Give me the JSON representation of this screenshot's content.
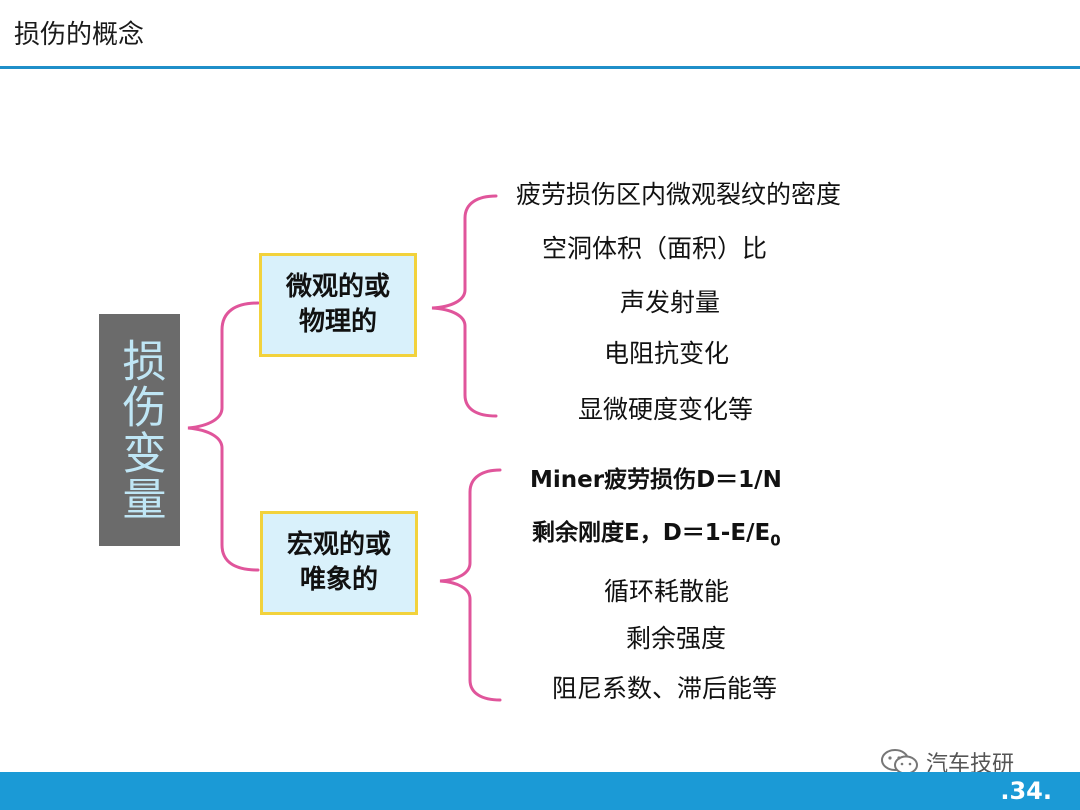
{
  "slide": {
    "title": "损伤的概念",
    "page_number": ".34."
  },
  "root": {
    "label": "损伤变量"
  },
  "categories": [
    {
      "label": "微观的或物理的",
      "items": [
        "疲劳损伤区内微观裂纹的密度",
        "空洞体积（面积）比",
        "声发射量",
        "电阻抗变化",
        "显微硬度变化等"
      ]
    },
    {
      "label": "宏观的或唯象的",
      "items": [
        "Miner疲劳损伤D＝1/N",
        "剩余刚度E，D＝1-E/E",
        "循环耗散能",
        "剩余强度",
        "阻尼系数、滞后能等"
      ],
      "subscript": "0"
    }
  ],
  "watermark": {
    "text": "汽车技研",
    "icon": "wechat-icon"
  },
  "colors": {
    "accent_blue": "#1b9ad6",
    "connector_pink": "#e0559b",
    "box_border": "#f2d23c",
    "box_fill": "#d9f1fb",
    "root_fill": "#6b6b6b",
    "root_text": "#bfe6f5"
  }
}
